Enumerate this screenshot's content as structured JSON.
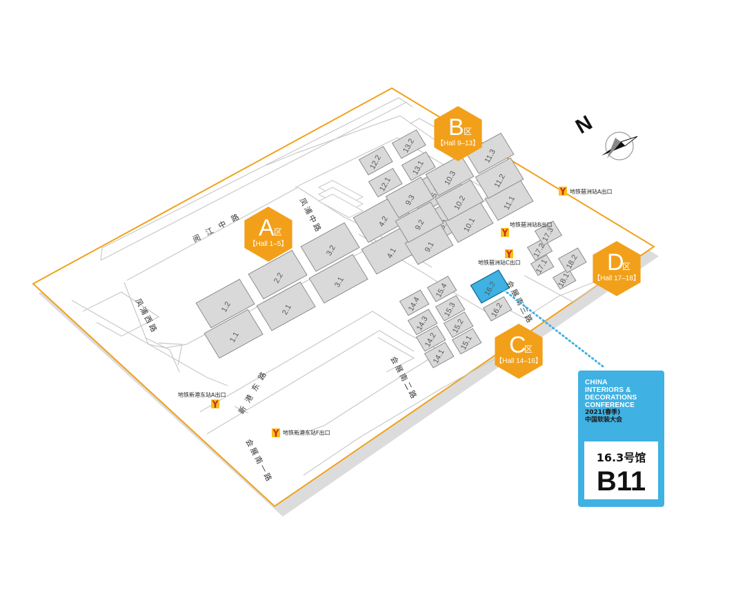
{
  "zones": [
    {
      "letter": "A",
      "suffix": "区",
      "halls": "【Hall 1–5】"
    },
    {
      "letter": "B",
      "suffix": "区",
      "halls": "【Hall 9–13】"
    },
    {
      "letter": "C",
      "suffix": "区",
      "halls": "【Hall 14–16】"
    },
    {
      "letter": "D",
      "suffix": "区",
      "halls": "【Hall 17–18】"
    }
  ],
  "halls": [
    "1.1",
    "1.2",
    "2.1",
    "2.2",
    "3.1",
    "3.2",
    "4.1",
    "4.2",
    "5.1",
    "5.2",
    "9.1",
    "9.2",
    "9.3",
    "10.1",
    "10.2",
    "10.3",
    "11.1",
    "11.2",
    "11.3",
    "12.1",
    "12.2",
    "13.1",
    "13.2",
    "14.1",
    "14.2",
    "14.3",
    "14.4",
    "15.1",
    "15.2",
    "15.3",
    "15.4",
    "16.2",
    "16.3",
    "17.1",
    "17.2",
    "17.3",
    "18.1",
    "18.2"
  ],
  "highlighted_hall": "16.3",
  "roads": {
    "minjiang": "阅江中路",
    "fengpu_zhong": "凤浦中路",
    "fengpu_xi": "凤浦西路",
    "xingang": "新港东路",
    "huizhan3": "会展南三路",
    "huizhan2": "会展南二路",
    "huizhan1": "会展南一路"
  },
  "metro": {
    "pazhou_a": "地铁琶洲站A出口",
    "pazhou_b": "地铁琶洲站B出口",
    "pazhou_c": "地铁琶洲站C出口",
    "xingang_a": "地铁新港东站A出口",
    "xingang_f": "地铁新港东站F出口"
  },
  "compass": {
    "letter": "N"
  },
  "card": {
    "brand_line1": "CHINA",
    "brand_line2": "INTERIORS &",
    "brand_line3": "DECORATIONS",
    "brand_line4": "CONFERENCE",
    "event_year": "2021(春季)",
    "event_name": "中国软装大会",
    "hall_no": "16.3号馆",
    "booth": "B11"
  },
  "colors": {
    "orange": "#f2a01a",
    "hall_fill": "#d9d9d9",
    "highlight": "#3fb1e3",
    "metro_red": "#d7261e",
    "metro_yellow": "#f5c21b"
  }
}
